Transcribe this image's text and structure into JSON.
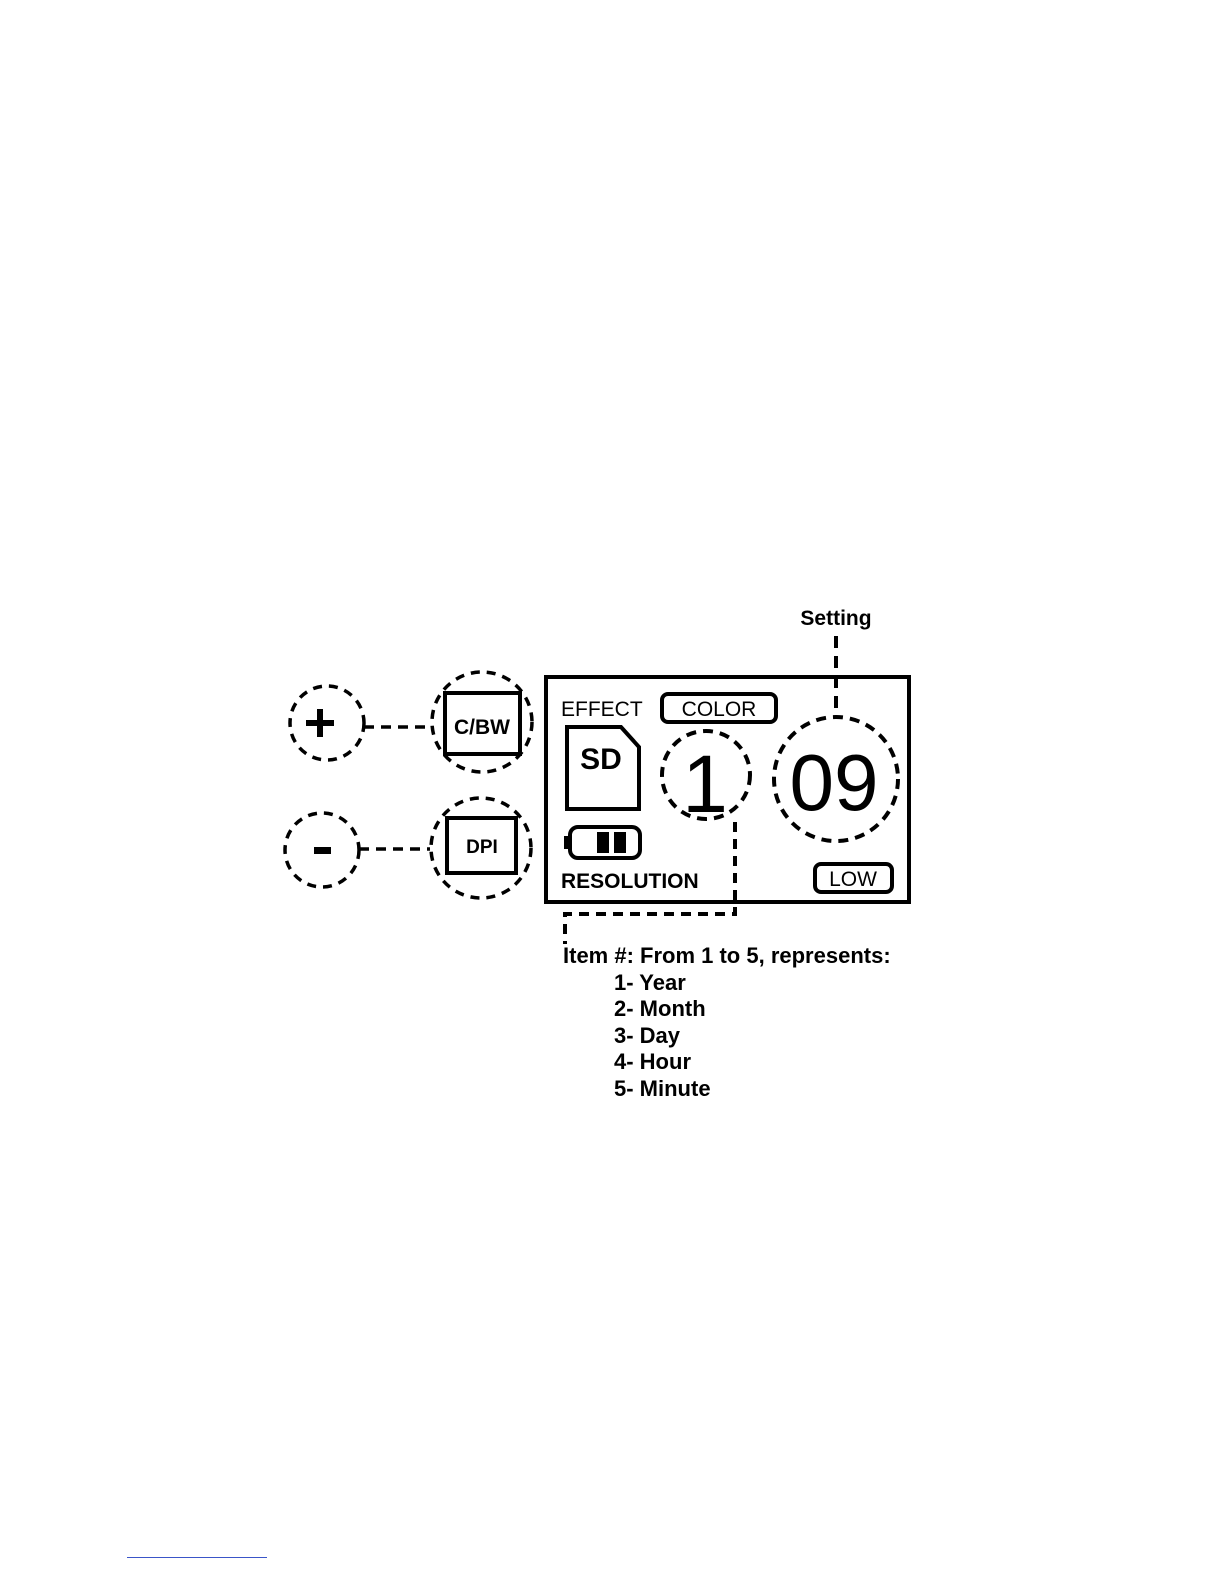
{
  "setting_label": "Setting",
  "buttons": {
    "plus_symbol": "+",
    "minus_symbol": "-",
    "cbw_label": "C/BW",
    "dpi_label": "DPI"
  },
  "display": {
    "effect_label": "EFFECT",
    "color_badge": "COLOR",
    "sd_label": "SD",
    "item_number": "1",
    "setting_value": "09",
    "resolution_label": "RESOLUTION",
    "low_badge": "LOW"
  },
  "legend": {
    "heading": "Item #: From 1 to 5, represents:",
    "items": [
      "1- Year",
      "2- Month",
      "3- Day",
      "4- Hour",
      "5- Minute"
    ]
  }
}
